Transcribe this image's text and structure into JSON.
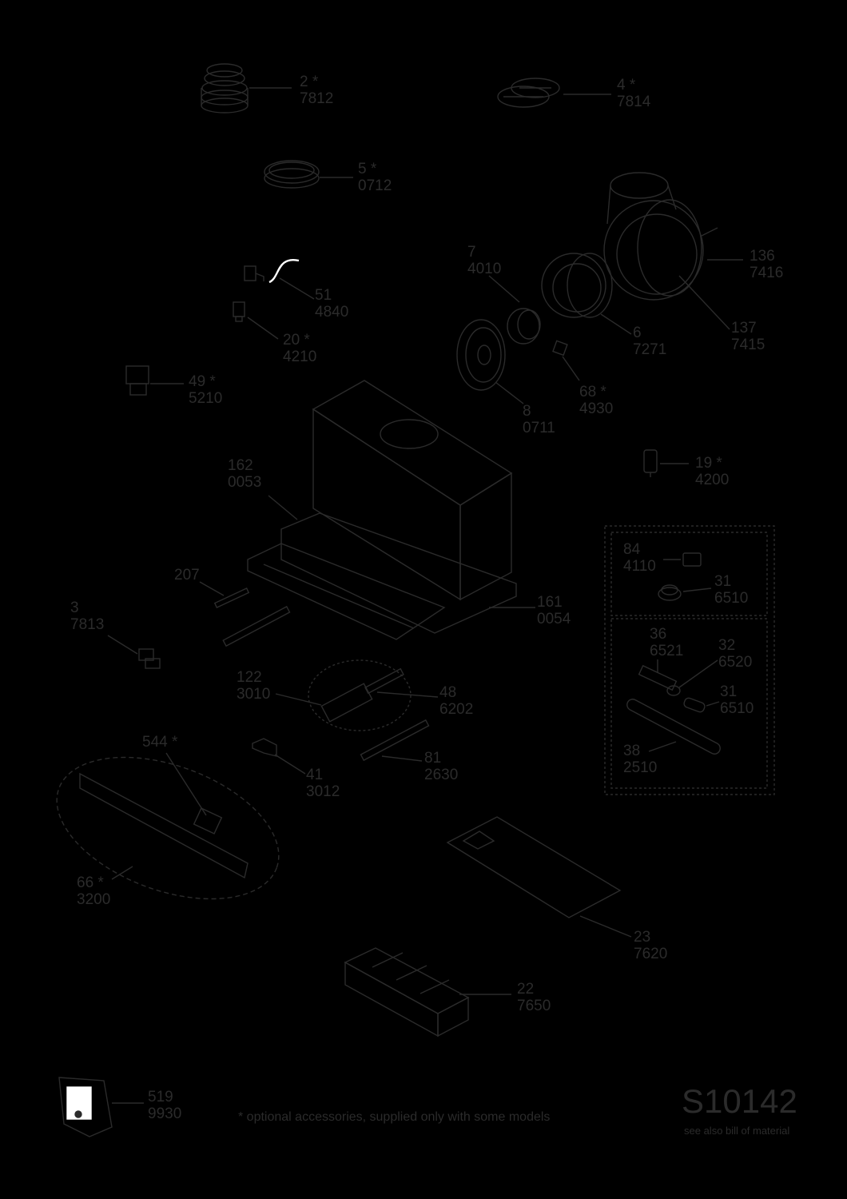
{
  "parts": [
    {
      "number": "2 *",
      "code": "7812"
    },
    {
      "number": "4 *",
      "code": "7814"
    },
    {
      "number": "5 *",
      "code": "0712"
    },
    {
      "number": "136",
      "code": "7416"
    },
    {
      "number": "7",
      "code": "4010"
    },
    {
      "number": "51",
      "code": "4840"
    },
    {
      "number": "137",
      "code": "7415"
    },
    {
      "number": "20 *",
      "code": "4210"
    },
    {
      "number": "6",
      "code": "7271"
    },
    {
      "number": "49 *",
      "code": "5210"
    },
    {
      "number": "68 *",
      "code": "4930"
    },
    {
      "number": "8",
      "code": "0711"
    },
    {
      "number": "162",
      "code": "0053"
    },
    {
      "number": "19 *",
      "code": "4200"
    },
    {
      "number": "84",
      "code": "4110"
    },
    {
      "number": "207",
      "code": ""
    },
    {
      "number": "31",
      "code": "6510"
    },
    {
      "number": "161",
      "code": "0054"
    },
    {
      "number": "3",
      "code": "7813"
    },
    {
      "number": "36",
      "code": "6521"
    },
    {
      "number": "32",
      "code": "6520"
    },
    {
      "number": "122",
      "code": "3010"
    },
    {
      "number": "48",
      "code": "6202"
    },
    {
      "number": "31",
      "code": "6510"
    },
    {
      "number": "544 *",
      "code": ""
    },
    {
      "number": "38",
      "code": "2510"
    },
    {
      "number": "81",
      "code": "2630"
    },
    {
      "number": "41",
      "code": "3012"
    },
    {
      "number": "66 *",
      "code": "3200"
    },
    {
      "number": "23",
      "code": "7620"
    },
    {
      "number": "22",
      "code": "7650"
    },
    {
      "number": "519",
      "code": "9930"
    }
  ],
  "footnote": "* optional accessories, supplied only with some models",
  "drawing_code": "S10142",
  "drawing_subtitle": "see also bill of material",
  "colors": {
    "background": "#000000",
    "ink": "#2b2b2b",
    "highlight": "#ffffff"
  }
}
